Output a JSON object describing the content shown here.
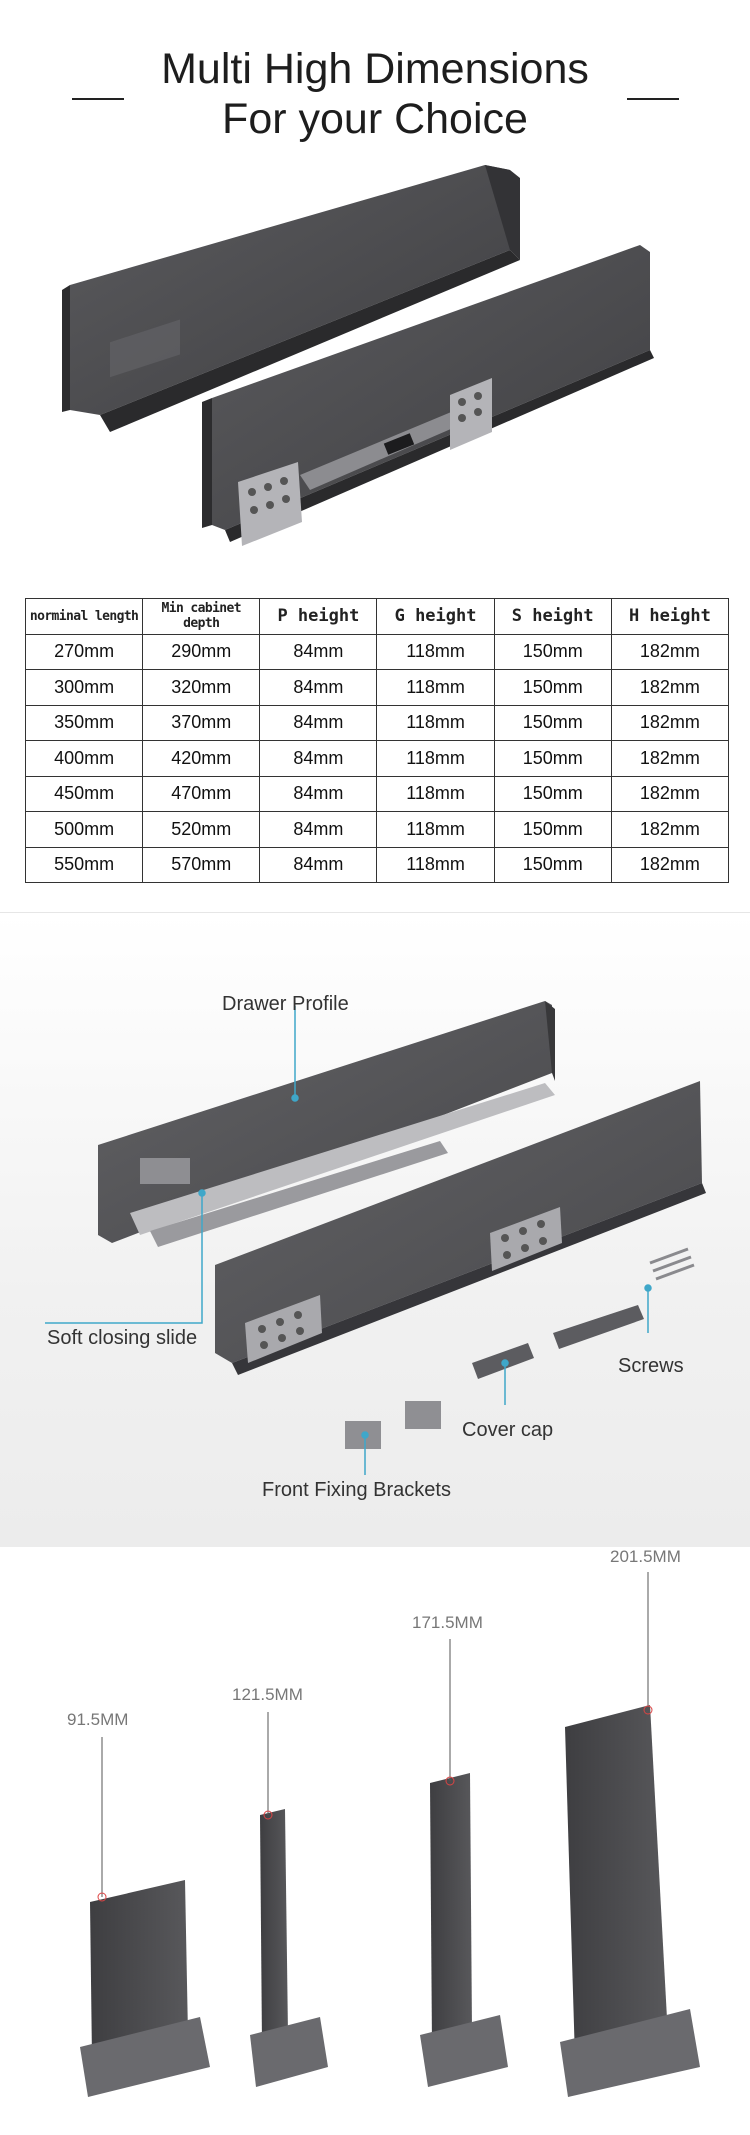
{
  "header": {
    "title_line1": "Multi High Dimensions",
    "title_line2": "For your Choice"
  },
  "spec_table": {
    "columns": [
      "norminal length",
      "Min cabinet depth",
      "P height",
      "G height",
      "S height",
      "H height"
    ],
    "rows": [
      [
        "270mm",
        "290mm",
        "84mm",
        "118mm",
        "150mm",
        "182mm"
      ],
      [
        "300mm",
        "320mm",
        "84mm",
        "118mm",
        "150mm",
        "182mm"
      ],
      [
        "350mm",
        "370mm",
        "84mm",
        "118mm",
        "150mm",
        "182mm"
      ],
      [
        "400mm",
        "420mm",
        "84mm",
        "118mm",
        "150mm",
        "182mm"
      ],
      [
        "450mm",
        "470mm",
        "84mm",
        "118mm",
        "150mm",
        "182mm"
      ],
      [
        "500mm",
        "520mm",
        "84mm",
        "118mm",
        "150mm",
        "182mm"
      ],
      [
        "550mm",
        "570mm",
        "84mm",
        "118mm",
        "150mm",
        "182mm"
      ]
    ]
  },
  "parts": {
    "drawer_profile": "Drawer Profile",
    "soft_closing_slide": "Soft closing slide",
    "screws": "Screws",
    "cover_cap": "Cover cap",
    "front_fixing_brackets": "Front Fixing Brackets"
  },
  "heights": {
    "h1": "91.5MM",
    "h2": "121.5MM",
    "h3": "171.5MM",
    "h4": "201.5MM"
  },
  "colors": {
    "panel": "#4f4f52",
    "panel_dark": "#3a3a3d",
    "callout_line": "#3fa7c9",
    "bracket": "#a9a9ad"
  }
}
